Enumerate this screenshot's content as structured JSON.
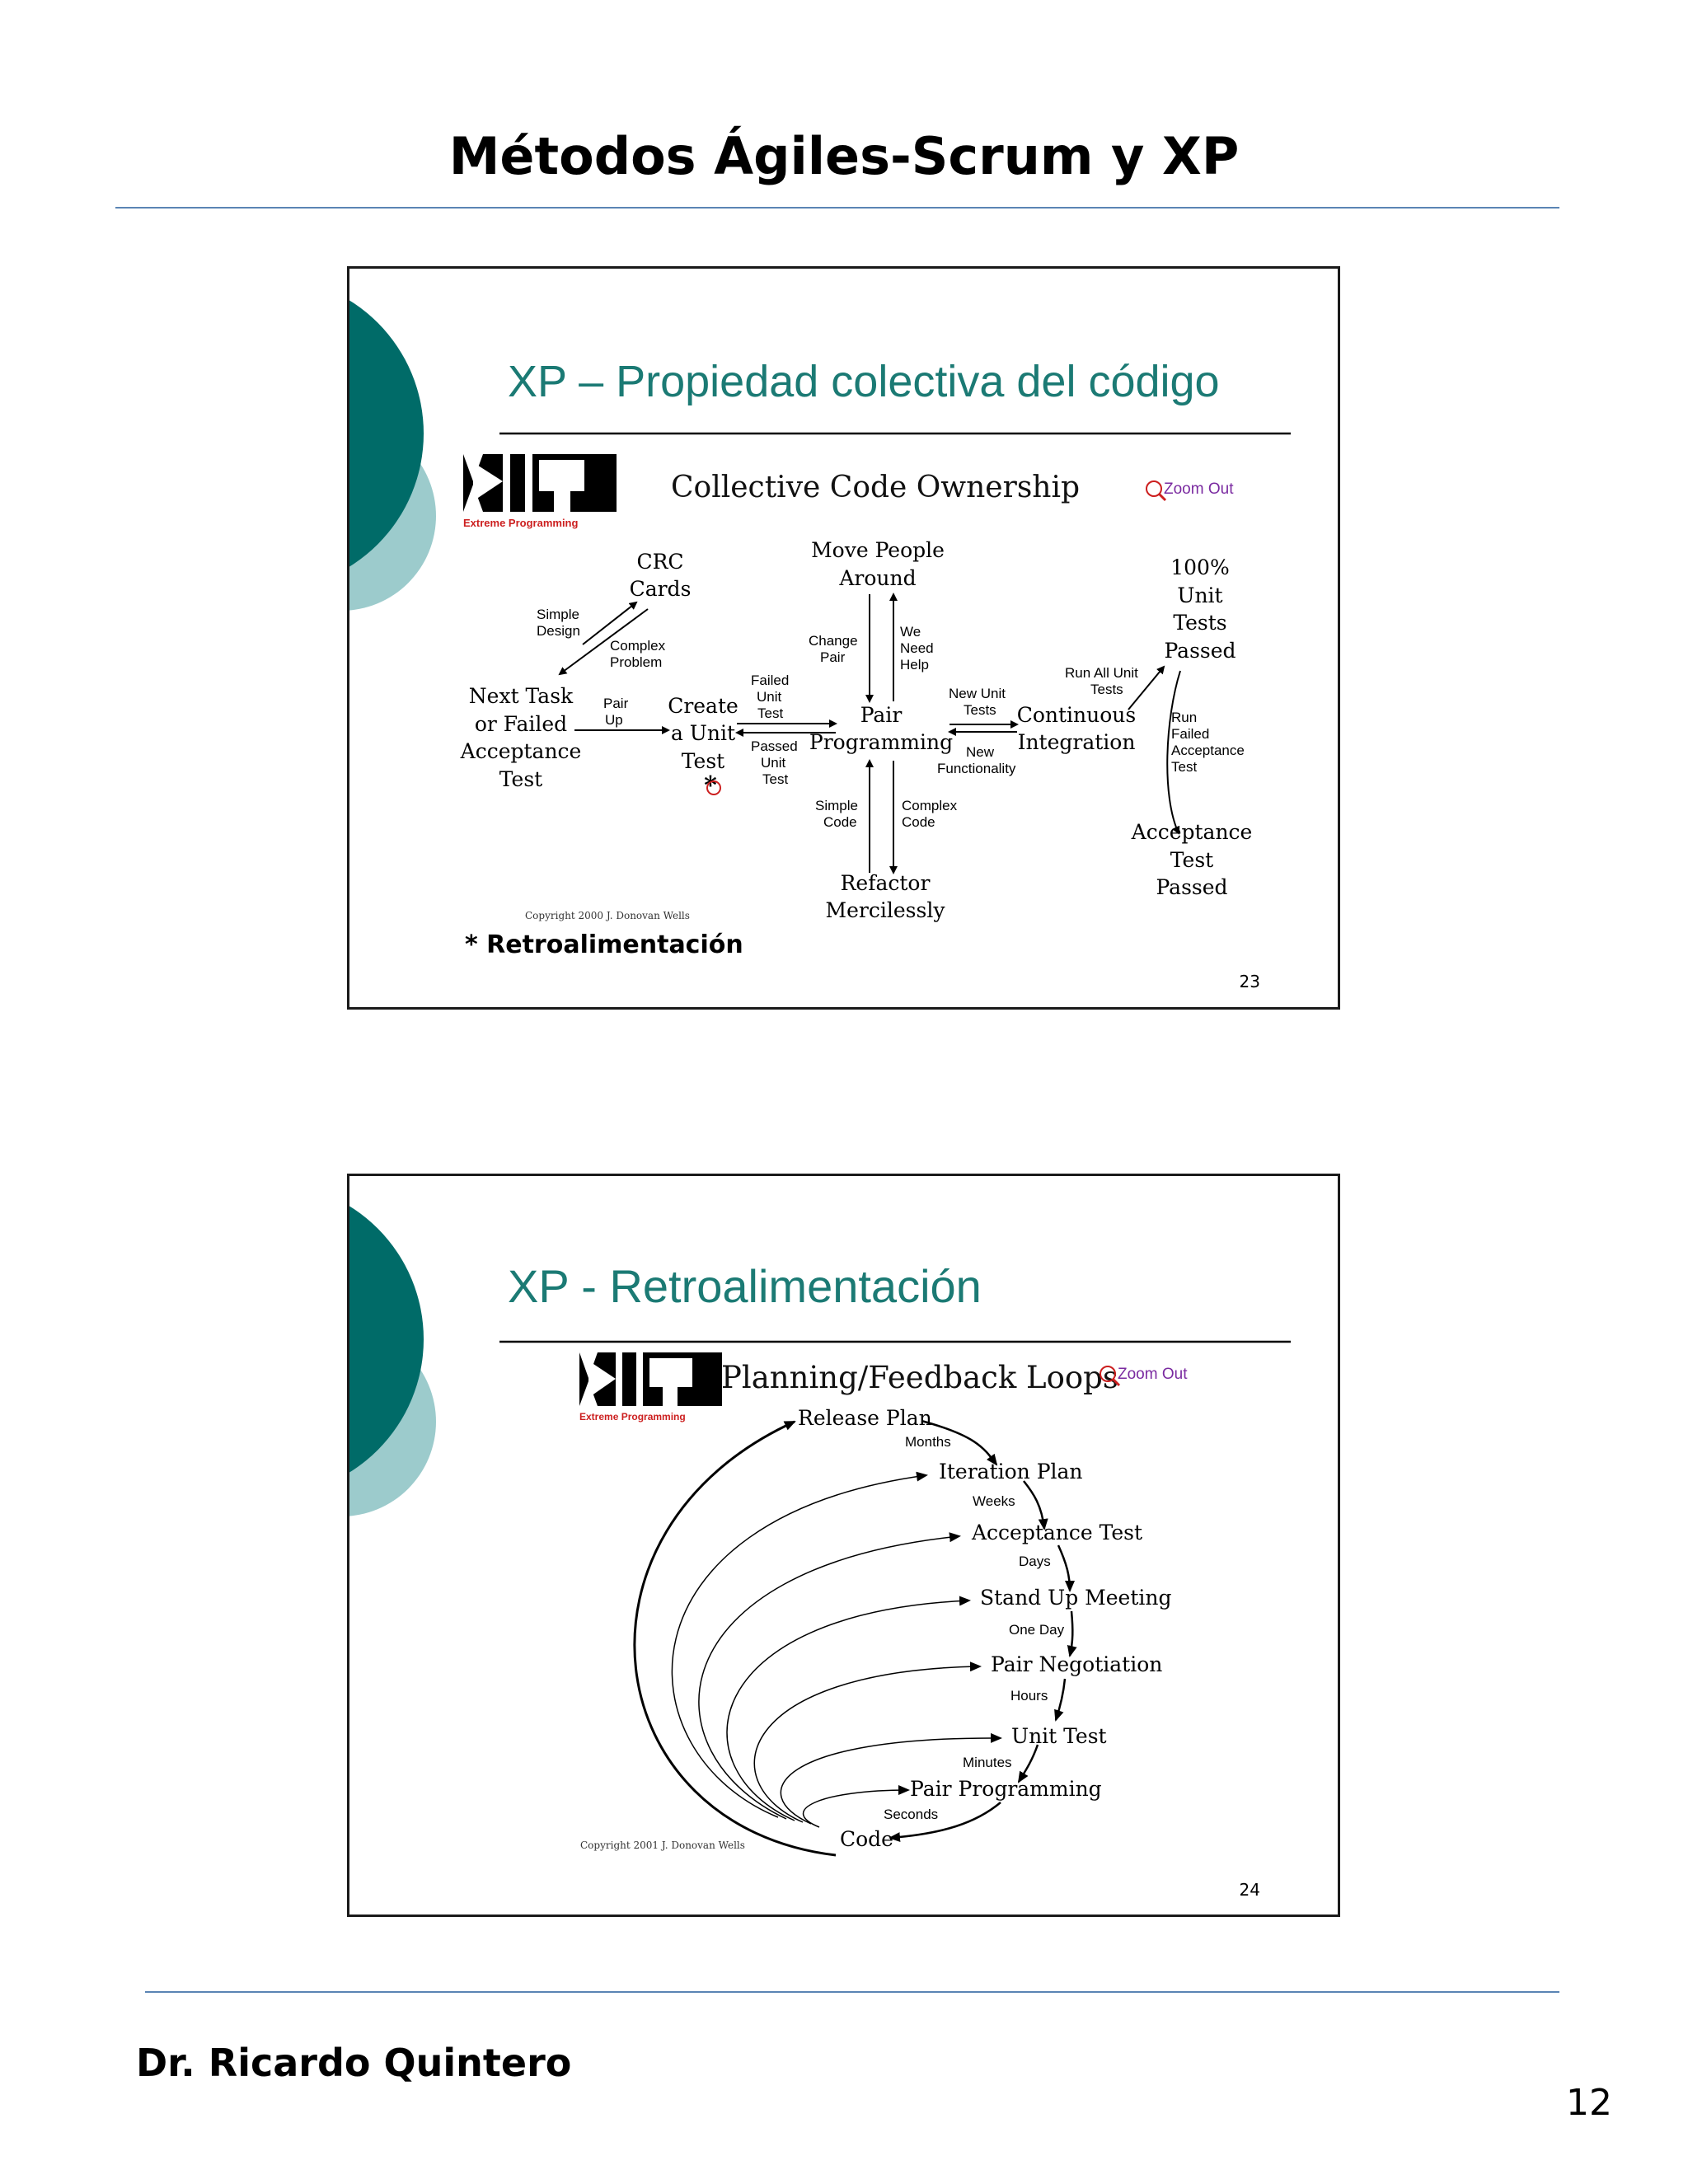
{
  "page": {
    "title": "Métodos Ágiles-Scrum y XP",
    "author": "Dr. Ricardo Quintero",
    "page_number": "12"
  },
  "slide1": {
    "title": "XP – Propiedad colectiva del código",
    "logo_text": "Extreme Programming",
    "diagram_title": "Collective Code Ownership",
    "zoom_label": "Zoom Out",
    "copyright": "Copyright 2000 J. Donovan Wells",
    "footnote": "* Retroalimentación",
    "number": "23",
    "nodes": {
      "crc_cards": [
        "CRC",
        "Cards"
      ],
      "move_people": [
        "Move People",
        "Around"
      ],
      "unit_tests_passed": [
        "100%",
        "Unit",
        "Tests",
        "Passed"
      ],
      "next_task": [
        "Next Task",
        "or Failed",
        "Acceptance",
        "Test"
      ],
      "create_unit_test": [
        "Create",
        "a Unit",
        "Test"
      ],
      "pair_programming": [
        "Pair",
        "Programming"
      ],
      "continuous_integration": [
        "Continuous",
        "Integration"
      ],
      "refactor": [
        "Refactor",
        "Mercilessly"
      ],
      "acceptance_passed": [
        "Acceptance",
        "Test",
        "Passed"
      ],
      "asterisk": "*"
    },
    "edges": {
      "simple_design": [
        "Simple",
        "Design"
      ],
      "complex_problem": [
        "Complex",
        "Problem"
      ],
      "pair_up": [
        "Pair",
        "Up"
      ],
      "failed_unit_test": [
        "Failed",
        "Unit",
        "Test"
      ],
      "passed_unit_test": [
        "Passed",
        "Unit",
        "Test"
      ],
      "change_pair": [
        "Change",
        "Pair"
      ],
      "we_need_help": [
        "We",
        "Need",
        "Help"
      ],
      "new_unit_tests": [
        "New Unit",
        "Tests"
      ],
      "new_functionality": [
        "New",
        "Functionality"
      ],
      "run_all_unit_tests": [
        "Run All Unit",
        "Tests"
      ],
      "run_failed_acceptance": [
        "Run",
        "Failed",
        "Acceptance",
        "Test"
      ],
      "simple_code": [
        "Simple",
        "Code"
      ],
      "complex_code": [
        "Complex",
        "Code"
      ]
    }
  },
  "slide2": {
    "title": "XP - Retroalimentación",
    "logo_text": "Extreme Programming",
    "diagram_title": "Planning/Feedback Loops",
    "zoom_label": "Zoom Out",
    "copyright": "Copyright 2001 J. Donovan Wells",
    "number": "24",
    "loops": [
      {
        "label": "Release Plan",
        "interval": "Months"
      },
      {
        "label": "Iteration Plan",
        "interval": "Weeks"
      },
      {
        "label": "Acceptance Test",
        "interval": "Days"
      },
      {
        "label": "Stand Up Meeting",
        "interval": "One Day"
      },
      {
        "label": "Pair Negotiation",
        "interval": "Hours"
      },
      {
        "label": "Unit Test",
        "interval": "Minutes"
      },
      {
        "label": "Pair Programming",
        "interval": "Seconds"
      },
      {
        "label": "Code",
        "interval": ""
      }
    ]
  },
  "colors": {
    "accent_teal": "#006b68",
    "light_teal": "#9ccbcc",
    "title_teal": "#1b7a74",
    "rule_blue": "#5a84b4",
    "logo_red": "#cc1f1f",
    "zoom_purple": "#7a2aa0"
  }
}
